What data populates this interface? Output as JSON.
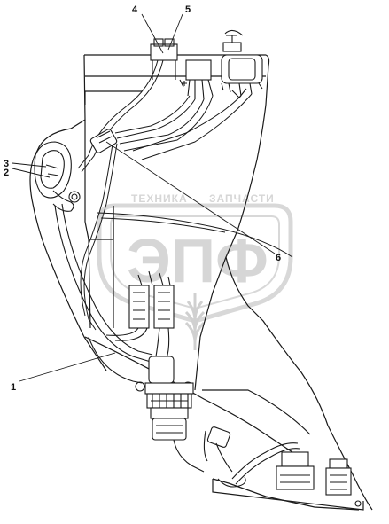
{
  "diagram": {
    "callouts": [
      {
        "id": "1",
        "label": "1"
      },
      {
        "id": "2",
        "label": "2"
      },
      {
        "id": "3",
        "label": "3"
      },
      {
        "id": "4",
        "label": "4"
      },
      {
        "id": "5",
        "label": "5"
      },
      {
        "id": "6",
        "label": "6"
      }
    ],
    "watermark": {
      "top_text": "ТЕХНИКА",
      "right_text": "ЗАПЧАСТИ",
      "logo_text": "ЭПФ"
    },
    "colors": {
      "line": "#1a1a1a",
      "watermark": "#d6d6d6"
    }
  }
}
